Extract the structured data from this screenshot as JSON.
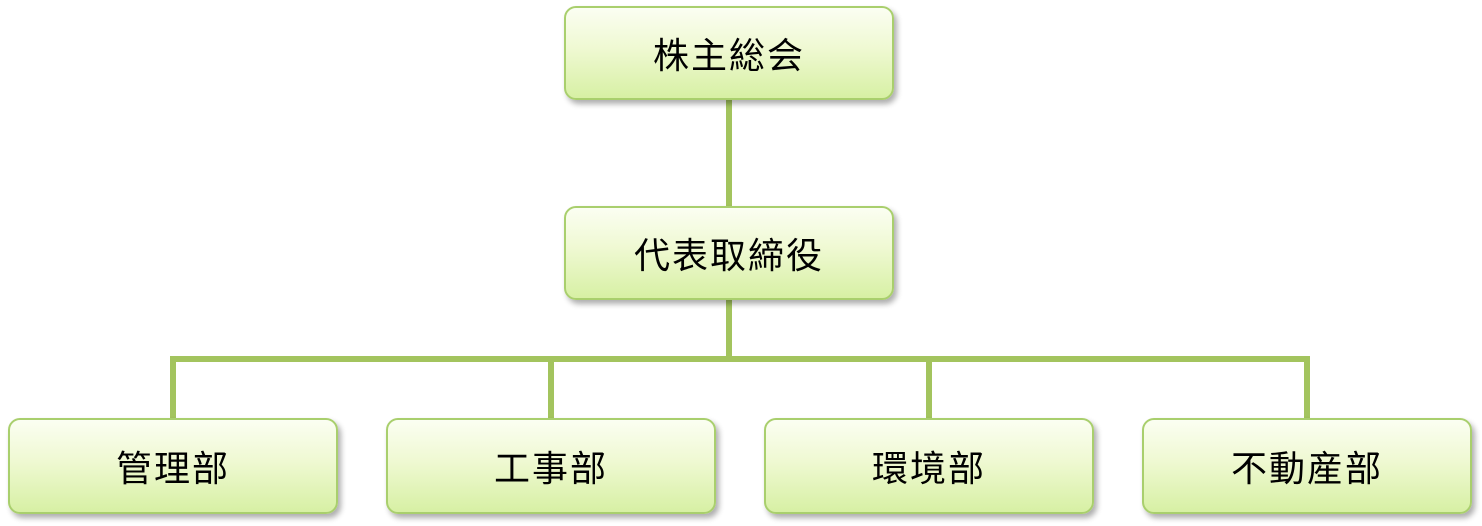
{
  "org_chart": {
    "top": {
      "label": "株主総会"
    },
    "executive": {
      "label": "代表取締役"
    },
    "departments": [
      {
        "label": "管理部"
      },
      {
        "label": "工事部"
      },
      {
        "label": "環境部"
      },
      {
        "label": "不動産部"
      }
    ]
  },
  "colors": {
    "box_border": "#a9cf6d",
    "box_fill_top": "#fbfef2",
    "box_fill_bottom": "#d7f0a4",
    "connector": "#a3c45e",
    "text": "#000000"
  }
}
